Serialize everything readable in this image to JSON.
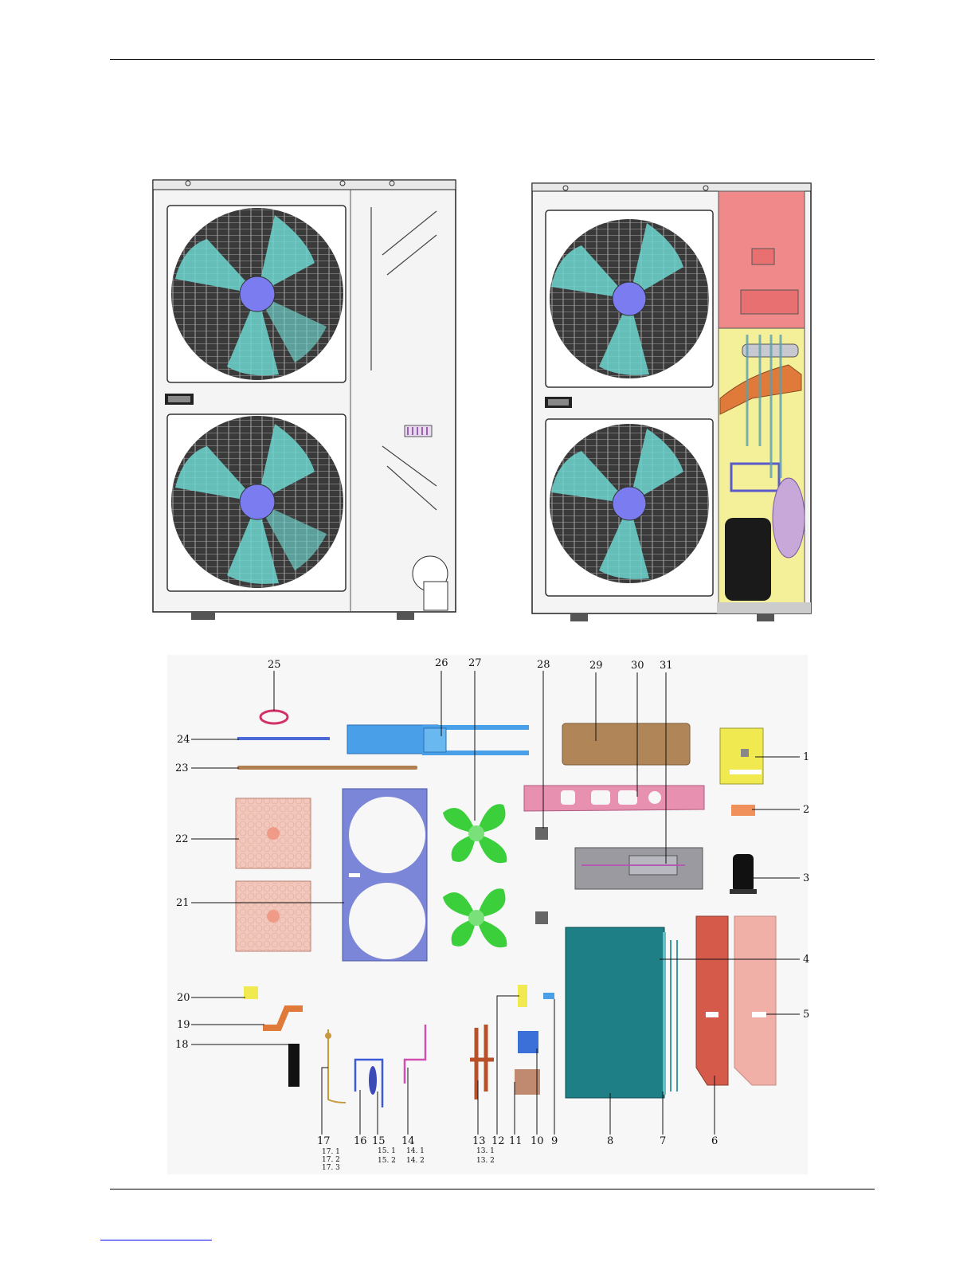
{
  "document": {
    "colors": {
      "fan_blade": "#6fd6d0",
      "fan_guard": "#3a3a3a",
      "hub": "#7a7cf0",
      "control_box": "#f08a8a",
      "electric_yellow": "#f4f09a",
      "copper": "#e07a3a",
      "coil": "#1f7f86",
      "side_panel_red": "#d65a4a",
      "side_panel_pink": "#f0b0a8",
      "fan_green": "#3ccf3c",
      "grille_pink": "#f2c8bc",
      "baffle_blue": "#7b86d8",
      "top_blue": "#4aa0e8",
      "tray_brown": "#b08658",
      "support_pink": "#e890b0"
    }
  },
  "views": {
    "front_view": {
      "icon": "outdoor-unit-front-view"
    },
    "open_view": {
      "icon": "outdoor-unit-open-view"
    }
  },
  "exploded": {
    "callouts": [
      "1",
      "2",
      "3",
      "4",
      "5",
      "6",
      "7",
      "8",
      "9",
      "10",
      "11",
      "12",
      "13",
      "14",
      "15",
      "16",
      "17",
      "18",
      "19",
      "20",
      "21",
      "22",
      "23",
      "24",
      "25",
      "26",
      "27",
      "28",
      "29",
      "30",
      "31"
    ],
    "sublabels": {
      "s17_1": "17. 1",
      "s17_2": "17. 2",
      "s17_3": "17. 3",
      "s15_1": "15. 1",
      "s15_2": "15. 2",
      "s14_1": "14. 1",
      "s14_2": "14. 2",
      "s13_1": "13. 1",
      "s13_2": "13. 2"
    }
  }
}
